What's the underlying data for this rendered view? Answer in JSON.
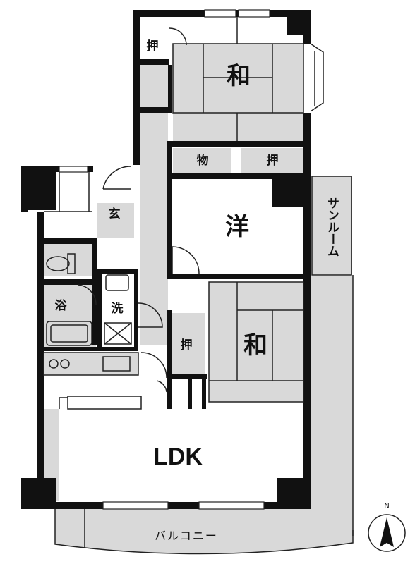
{
  "rooms": {
    "washitsu_north": "和",
    "oshiire_north": "押",
    "mono": "物",
    "oshiire_middle": "押",
    "youshitsu": "洋",
    "sunroom": "サンルーム",
    "genkan": "玄",
    "yoku": "浴",
    "sen": "洗",
    "oshiire_south": "押",
    "washitsu_south": "和",
    "ldk": "LDK",
    "balcony": "バルコニー"
  },
  "compass": {
    "label": "N"
  },
  "colors": {
    "floor_grey": "#d9d9d9",
    "wall": "#111111",
    "line": "#222222"
  }
}
